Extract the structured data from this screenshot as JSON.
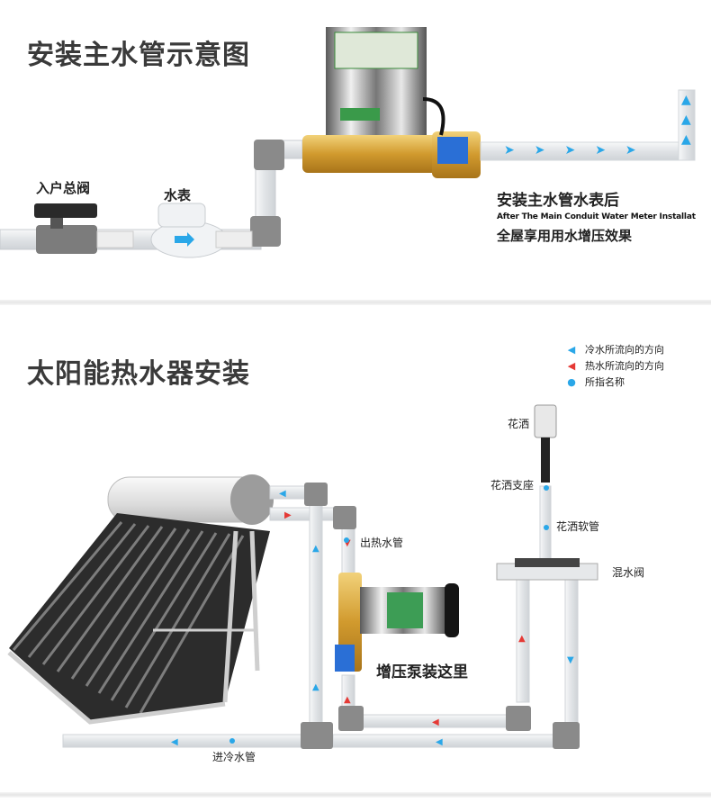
{
  "section1": {
    "title": "安装主水管示意图",
    "valve_label": "入户总阀",
    "meter_label": "水表",
    "caption_cn": "安装主水管水表后",
    "caption_en": "After The Main Conduit Water Meter Installat",
    "caption_effect": "全屋享用用水增压效果"
  },
  "section2": {
    "title": "太阳能热水器安装",
    "legend": [
      {
        "icon": "blue-arrow-icon",
        "text": "冷水所流向的方向",
        "color": "#2aa7e8"
      },
      {
        "icon": "red-arrow-icon",
        "text": "热水所流向的方向",
        "color": "#e53935"
      },
      {
        "icon": "blue-dot-icon",
        "text": "所指名称",
        "color": "#2aa7e8"
      }
    ],
    "labels": {
      "shower": "花洒",
      "shower_mount": "花洒支座",
      "shower_hose": "花洒软管",
      "mixing_valve": "混水阀",
      "hot_out": "出热水管",
      "pump_here": "增压泵装这里",
      "cold_in": "进冷水管"
    }
  },
  "colors": {
    "cold": "#2aa7e8",
    "hot": "#e53935",
    "pipe": "#e4e6e8",
    "elbow": "#8a8a8a",
    "brass": "#d8a43a"
  }
}
